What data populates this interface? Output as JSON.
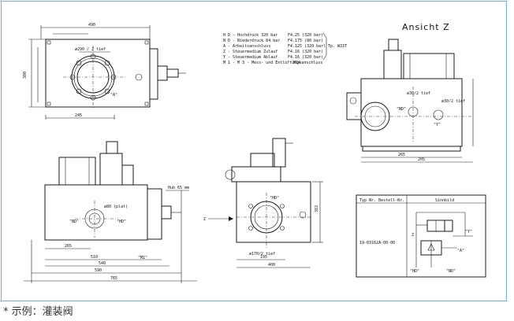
{
  "caption": "* 示例：灌装阀",
  "title_view": "Ansicht Z",
  "legend": [
    {
      "code": "H D - Hochdruck 320 bar",
      "size": "F4.25  (320 bar)"
    },
    {
      "code": "N D - Niederdruck 84 bar",
      "size": "F4.175 (80 bar)"
    },
    {
      "code": "A - Arbeitsanschluss",
      "size": "F4.125 (320 bar)"
    },
    {
      "code": "Z - Steuermedium Zulauf",
      "size": "F4.16  (320 bar)"
    },
    {
      "code": "Y - Steuermedium Ablauf",
      "size": "F4.16  (320 bar)"
    },
    {
      "code": "M 1 - M 3 - Mess- und Entlüftungsanschluss",
      "size": "M14"
    }
  ],
  "legend_note": "Tp. W33T",
  "labels": {
    "d290_top": "ø290 / 2 tief",
    "a_port": "\"A\"",
    "hd_port": "\"HD\"",
    "nd_port": "\"ND\"",
    "y_port": "\"Y\"",
    "z_arrow": "Z",
    "hub": "Hub 65 mm",
    "m1": "\"M1\"",
    "d80": "ø80 (plat)",
    "d170": "ø170/2 tief",
    "d30": "ø30/2 tief",
    "symbol_header_left": "Typ Nr. Bestell-Nr.",
    "symbol_header_right": "Sinnbild",
    "part_no": "19-03162A-00-00"
  },
  "dims": {
    "top_w": "490",
    "top_h": "380",
    "top_b": "245",
    "bl_1": "265",
    "bl_2": "510",
    "bl_3": "540",
    "bl_4": "590",
    "bl_5": "765",
    "bc_1": "195",
    "bc_2": "400",
    "bc_h": "383",
    "tr_1": "265",
    "tr_2": "205"
  }
}
